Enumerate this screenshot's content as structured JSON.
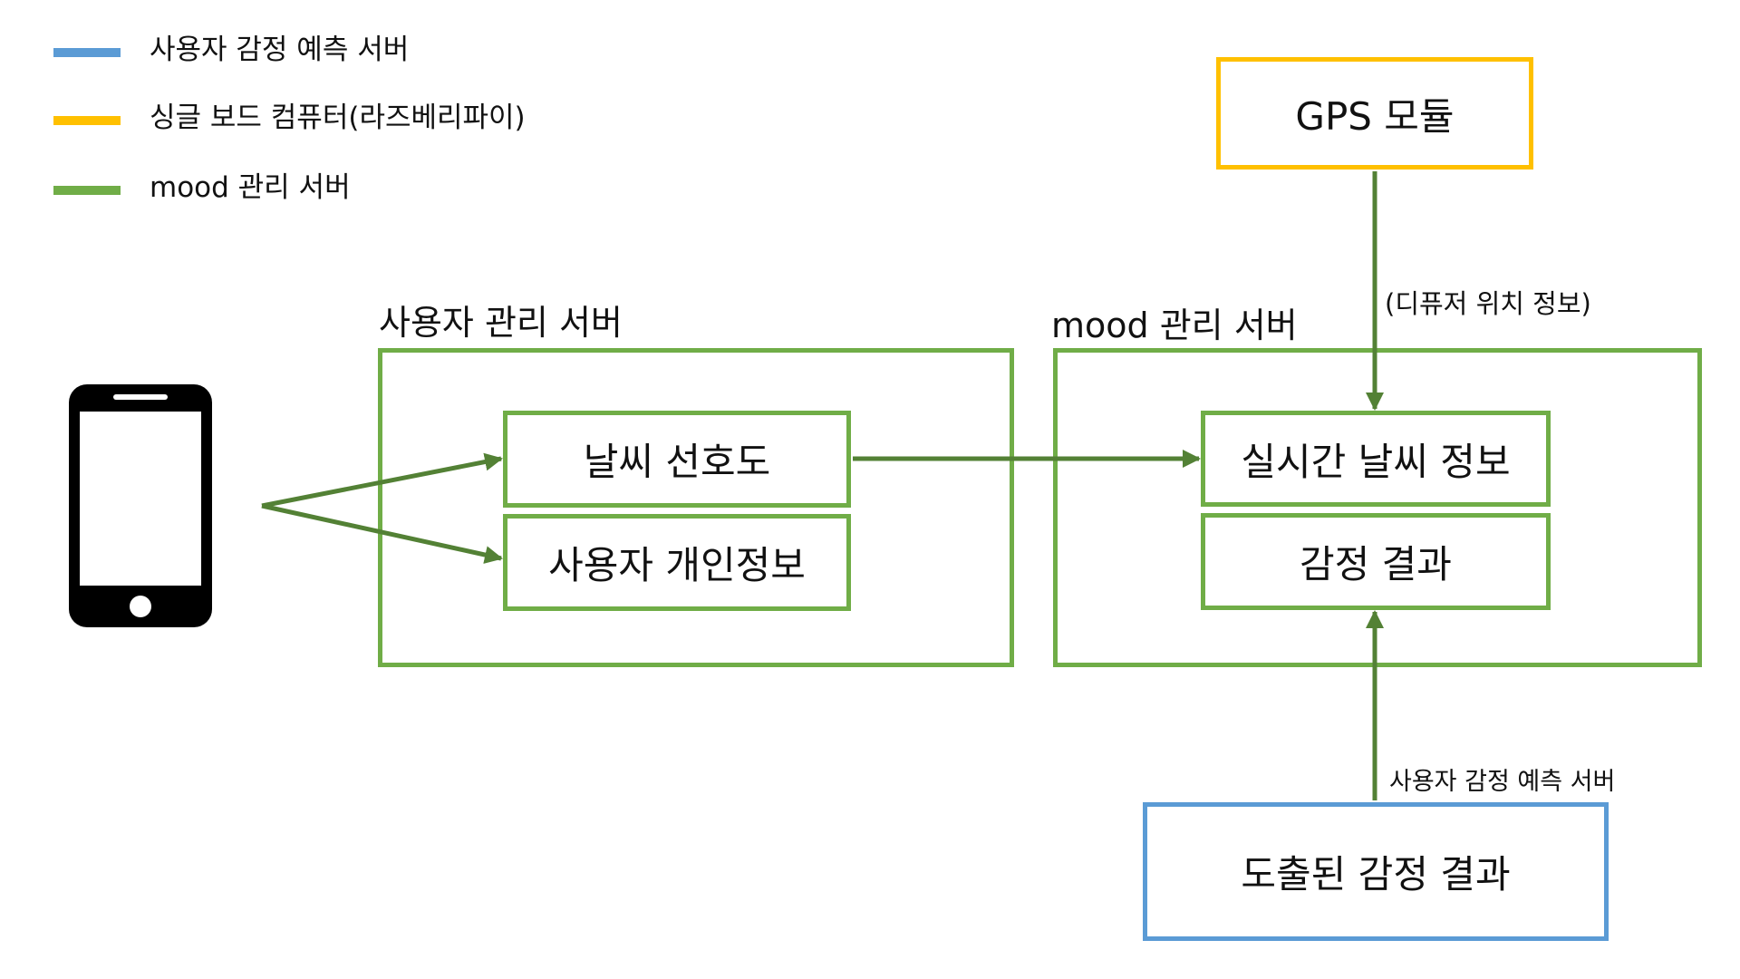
{
  "colors": {
    "emotion_server": "#5B9BD5",
    "single_board": "#FFC000",
    "mood_server": "#70AD47",
    "arrow": "#538135"
  },
  "legend": [
    {
      "label": "사용자 감정 예측 서버",
      "color": "#5B9BD5"
    },
    {
      "label": "싱글 보드 컴퓨터(라즈베리파이)",
      "color": "#FFC000"
    },
    {
      "label": "mood 관리 서버",
      "color": "#70AD47"
    }
  ],
  "phone": {
    "icon": "smartphone-icon"
  },
  "user_server": {
    "title": "사용자 관리 서버",
    "items": [
      "날씨 선호도",
      "사용자 개인정보"
    ]
  },
  "mood_server": {
    "title": "mood 관리 서버",
    "items": [
      "실시간 날씨 정보",
      "감정 결과"
    ]
  },
  "gps": {
    "label": "GPS 모듈",
    "edge_label": "(디퓨저 위치 정보)"
  },
  "emotion": {
    "label": "도출된 감정 결과",
    "edge_label": "사용자 감정 예측 서버"
  }
}
